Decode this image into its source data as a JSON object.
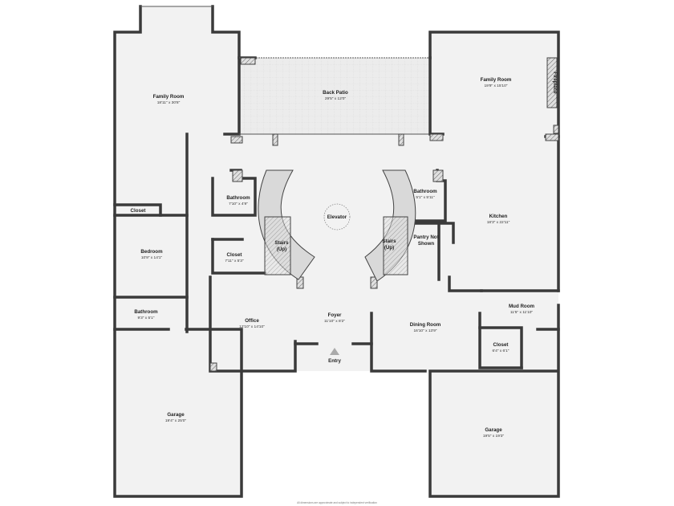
{
  "rooms": {
    "family_room_left": {
      "name": "Family Room",
      "dims": "18'11\" x 30'8\""
    },
    "back_patio": {
      "name": "Back Patio",
      "dims": "29'5\" x 12'0\""
    },
    "family_room_right": {
      "name": "Family Room",
      "dims": "19'9\" x 15'10\""
    },
    "fireplace": {
      "name": "Fireplace"
    },
    "closet_top": {
      "name": "Closet"
    },
    "bathroom_center_left": {
      "name": "Bathroom",
      "dims": "7'10\" x 4'9\""
    },
    "bathroom_center_right": {
      "name": "Bathroom",
      "dims": "5'1\" x 5'11\""
    },
    "elevator": {
      "name": "Elevator"
    },
    "kitchen": {
      "name": "Kitchen",
      "dims": "18'3\" x 22'11\""
    },
    "bedroom": {
      "name": "Bedroom",
      "dims": "10'9\" x 14'1\""
    },
    "stairs_left": {
      "name": "Stairs",
      "sub": "(Up)"
    },
    "stairs_right": {
      "name": "Stairs",
      "sub": "(Up)"
    },
    "closet_mid": {
      "name": "Closet",
      "dims": "7'11\" x 5'3\""
    },
    "pantry": {
      "line1": "Pantry Not",
      "line2": "Shown"
    },
    "bathroom_left": {
      "name": "Bathroom",
      "dims": "9'3\" x 5'1\""
    },
    "office": {
      "name": "Office",
      "dims": "12'10\" x 14'10\""
    },
    "foyer": {
      "name": "Foyer",
      "dims": "11'10\" x 8'2\""
    },
    "dining_room": {
      "name": "Dining Room",
      "dims": "16'10\" x 13'9\""
    },
    "mud_room": {
      "name": "Mud Room",
      "dims": "11'5\" x 11'10\""
    },
    "closet_right": {
      "name": "Closet",
      "dims": "6'4\" x 6'1\""
    },
    "entry": {
      "name": "Entry"
    },
    "garage_left": {
      "name": "Garage",
      "dims": "19'4\" x 25'0\""
    },
    "garage_right": {
      "name": "Garage",
      "dims": "19'5\" x 19'3\""
    }
  },
  "footer": "All dimensions are approximate and subject to independent verification"
}
